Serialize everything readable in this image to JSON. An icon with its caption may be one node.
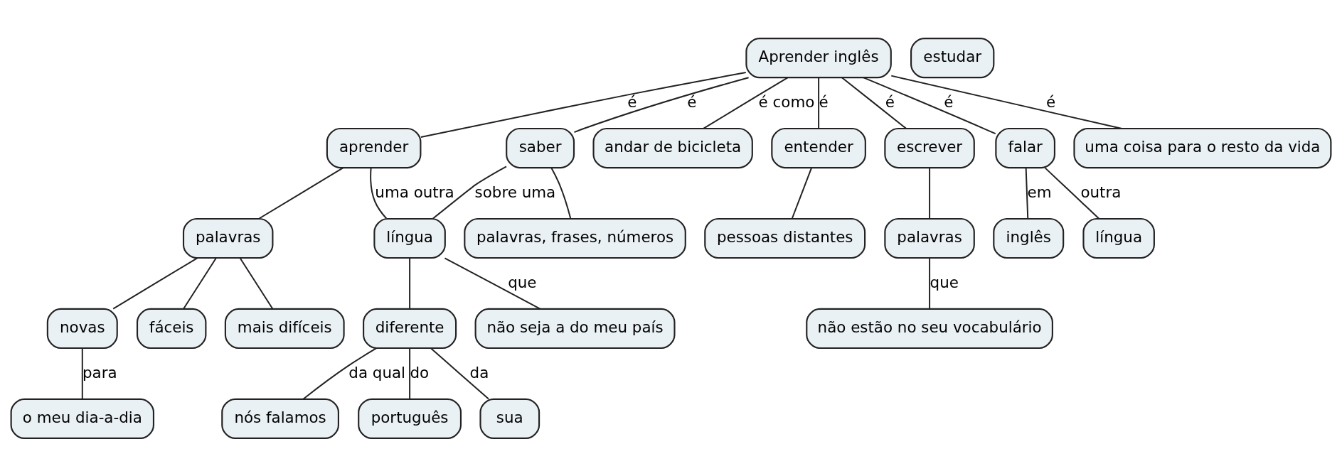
{
  "diagram": {
    "nodes": [
      {
        "text": [
          "Aprender inglês"
        ]
      },
      {
        "text": [
          "aprender"
        ]
      },
      {
        "text": [
          "estudar"
        ]
      },
      {
        "text": [
          "saber"
        ]
      },
      {
        "text": [
          "andar de bicicleta"
        ]
      },
      {
        "text": [
          "entender"
        ]
      },
      {
        "text": [
          "escrever"
        ]
      },
      {
        "text": [
          "falar"
        ]
      },
      {
        "text": [
          "uma coisa para o resto da vida"
        ]
      },
      {
        "text": [
          "palavras"
        ]
      },
      {
        "text": [
          "língua"
        ]
      },
      {
        "text": [
          "palavras, frases, números"
        ]
      },
      {
        "text": [
          "pessoas distantes"
        ]
      },
      {
        "text": [
          "palavras"
        ]
      },
      {
        "text": [
          "inglês"
        ]
      },
      {
        "text": [
          "língua"
        ]
      },
      {
        "text": [
          "novas"
        ]
      },
      {
        "text": [
          "fáceis"
        ]
      },
      {
        "text": [
          "mais difíceis"
        ]
      },
      {
        "text": [
          "diferente"
        ]
      },
      {
        "text": [
          "não seja a do meu país"
        ]
      },
      {
        "text": [
          "não estão no seu vocabulário"
        ]
      },
      {
        "text": [
          "o meu dia-a-dia"
        ]
      },
      {
        "text": [
          "nós falamos"
        ]
      },
      {
        "text": [
          "português"
        ]
      },
      {
        "text": [
          "sua"
        ]
      }
    ],
    "edges": [
      {
        "from": 0,
        "to": 1,
        "arrow": "none",
        "label": "é"
      },
      {
        "from": 0,
        "to": 3,
        "arrow": "none",
        "label": "é"
      },
      {
        "from": 0,
        "to": 4,
        "arrow": "none",
        "label": "é como"
      },
      {
        "from": 0,
        "to": 5,
        "arrow": "none",
        "label": "é"
      },
      {
        "from": 0,
        "to": 6,
        "arrow": "none",
        "label": "é"
      },
      {
        "from": 0,
        "to": 7,
        "arrow": "none",
        "label": "é"
      },
      {
        "from": 0,
        "to": 8,
        "arrow": "none",
        "label": "é"
      },
      {
        "from": 1,
        "to": 9,
        "arrow": "none"
      },
      {
        "from": 1,
        "to": 10,
        "arrow": "none",
        "label": "uma outra"
      },
      {
        "from": 3,
        "to": 10,
        "arrow": "none",
        "label": "sobre uma"
      },
      {
        "from": 3,
        "to": 11,
        "arrow": "none"
      },
      {
        "from": 5,
        "to": 12,
        "arrow": "none"
      },
      {
        "from": 6,
        "to": 13,
        "arrow": "none"
      },
      {
        "from": 7,
        "to": 14,
        "arrow": "none",
        "label": "em"
      },
      {
        "from": 7,
        "to": 15,
        "arrow": "none",
        "label": "outra"
      },
      {
        "from": 9,
        "to": 16,
        "arrow": "none"
      },
      {
        "from": 9,
        "to": 17,
        "arrow": "none"
      },
      {
        "from": 9,
        "to": 18,
        "arrow": "none"
      },
      {
        "from": 10,
        "to": 19,
        "arrow": "none"
      },
      {
        "from": 10,
        "to": 20,
        "arrow": "none",
        "label": "que"
      },
      {
        "from": 13,
        "to": 21,
        "arrow": "none",
        "label": "que"
      },
      {
        "from": 16,
        "to": 22,
        "arrow": "none",
        "label": "para"
      },
      {
        "from": 19,
        "to": 23,
        "arrow": "none",
        "label": "da qual"
      },
      {
        "from": 19,
        "to": 24,
        "arrow": "none",
        "label": "do"
      },
      {
        "from": 19,
        "to": 25,
        "arrow": "none",
        "label": "da"
      }
    ]
  }
}
